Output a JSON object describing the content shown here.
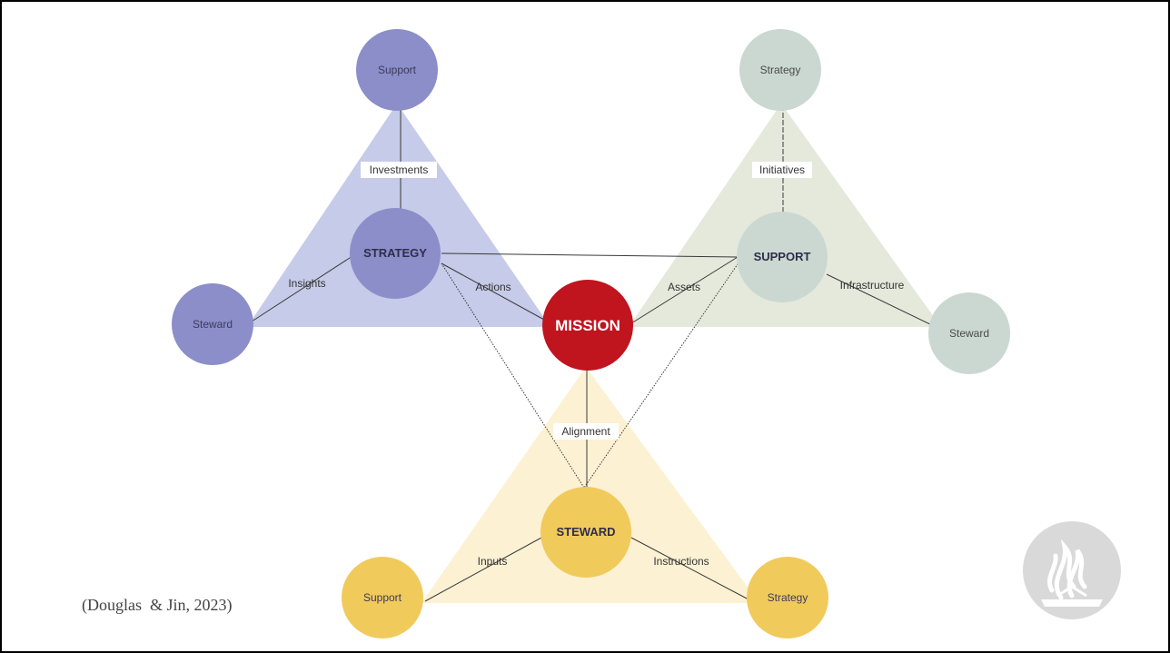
{
  "nodes": {
    "top_support": "Support",
    "strategy_center": "STRATEGY",
    "left_steward": "Steward",
    "top_strategy": "Strategy",
    "support_center": "SUPPORT",
    "right_steward": "Steward",
    "mission": "MISSION",
    "steward_center": "STEWARD",
    "bottom_support": "Support",
    "bottom_strategy": "Strategy"
  },
  "edges": {
    "investments": "Investments",
    "insights": "Insights",
    "actions": "Actions",
    "initiatives": "Initiatives",
    "assets": "Assets",
    "infrastructure": "Infrastructure",
    "alignment": "Alignment",
    "inputs": "Inputs",
    "instructions": "Instructions"
  },
  "citation": "(Douglas  & Jin, 2023)",
  "colors": {
    "strategy_node": "#8b8ec9",
    "strategy_triangle": "#c5cbe8",
    "support_node": "#cbd8d2",
    "support_triangle": "#e5e9dc",
    "steward_node": "#f1ca5c",
    "steward_triangle": "#fcf1d3",
    "mission_node": "#c0141e",
    "line": "#3a3a3a",
    "logo": "#d9d9d9"
  },
  "logo_icon": "adventist-flame-logo"
}
